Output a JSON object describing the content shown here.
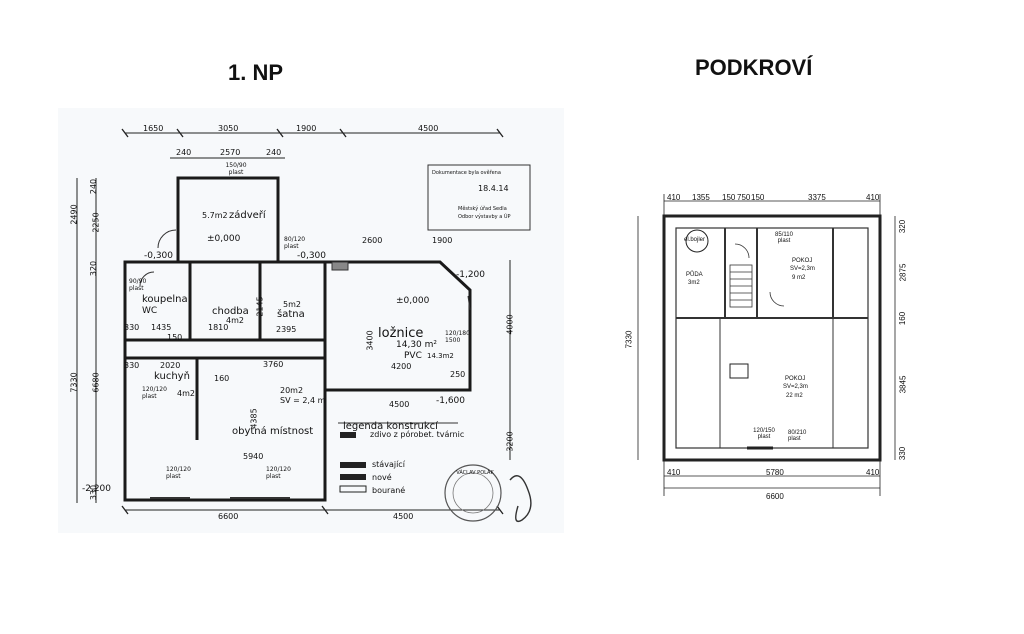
{
  "headings": {
    "ground_floor": "1. NP",
    "attic": "PODKROVÍ"
  },
  "ground_floor": {
    "top_dims_outer": [
      "1650",
      "3050",
      "1900",
      "4500"
    ],
    "top_dims_inner": [
      "240",
      "2570",
      "240"
    ],
    "left_dims_outer": [
      "2490",
      "7330"
    ],
    "left_dims_inner": [
      "240",
      "2250",
      "320",
      "6680",
      "330"
    ],
    "right_dims": [
      "4000",
      "3200"
    ],
    "bottom_dims": [
      "6600",
      "4500"
    ],
    "inner_dims": [
      "5940",
      "3760",
      "2020",
      "1435",
      "1810",
      "2395",
      "2145",
      "150",
      "160",
      "330",
      "330",
      "2600",
      "1900",
      "4200",
      "4500",
      "250",
      "3400",
      "4385"
    ],
    "rooms": {
      "zadver": "zádveří",
      "zadver_area": "5.7m2",
      "koupelna": "koupelna",
      "wc": "WC",
      "chodba": "chodba",
      "chodba_area": "4m2",
      "satna": "šatna",
      "satna_area": "5m2",
      "loznice": "ložnice",
      "loznice_area": "14,30 m²",
      "loznice_floor": "PVC",
      "loznice_area2": "14.3m2",
      "kuchyn": "kuchyň",
      "kuchyn_area": "4m2",
      "obytna": "obytná místnost",
      "obytna_area": "20m2",
      "obytna_height": "SV = 2,4 m"
    },
    "levels": [
      "±0,000",
      "-0,300",
      "-0,300",
      "-1,200",
      "±0,000",
      "-1,600",
      "-2,200"
    ],
    "windows": [
      "150/90 plast",
      "80/120 plast",
      "90/90 plast",
      "120/120 plast",
      "120/120 plast",
      "120/120 plast",
      "120/180 1500"
    ],
    "stamp_lines": [
      "Dokumentace byla ověřena",
      "Městský úřad Sedla",
      "Odbor výstavby a ÚP"
    ],
    "stamp_date": "18.4.14",
    "legend_title": "legenda konstrukcí",
    "legend_items": [
      "zdivo z pórobet. tvárnic",
      "stávající",
      "nové",
      "bourané"
    ],
    "seal_text": "VÁCLAV POLÁK"
  },
  "attic": {
    "top_dims": [
      "410",
      "1355",
      "150",
      "750",
      "150",
      "3375",
      "410"
    ],
    "right_dims": [
      "320",
      "2875",
      "160",
      "3845",
      "330"
    ],
    "left_dim": "7330",
    "bottom_dims": [
      "410",
      "5780",
      "410"
    ],
    "bottom_total": "6600",
    "boiler": "el.bojler",
    "window_top": "85/110 plast",
    "rooms": {
      "poda": "PŮDA",
      "poda_area": "3m2",
      "pokoj1": "POKOJ",
      "pokoj1_height": "SV=2,3m",
      "pokoj1_area": "9 m2",
      "pokoj2": "POKOJ",
      "pokoj2_height": "SV=2,3m",
      "pokoj2_area": "22 m2"
    },
    "windows_bottom": [
      "120/150 plast",
      "80/210 plast"
    ]
  }
}
